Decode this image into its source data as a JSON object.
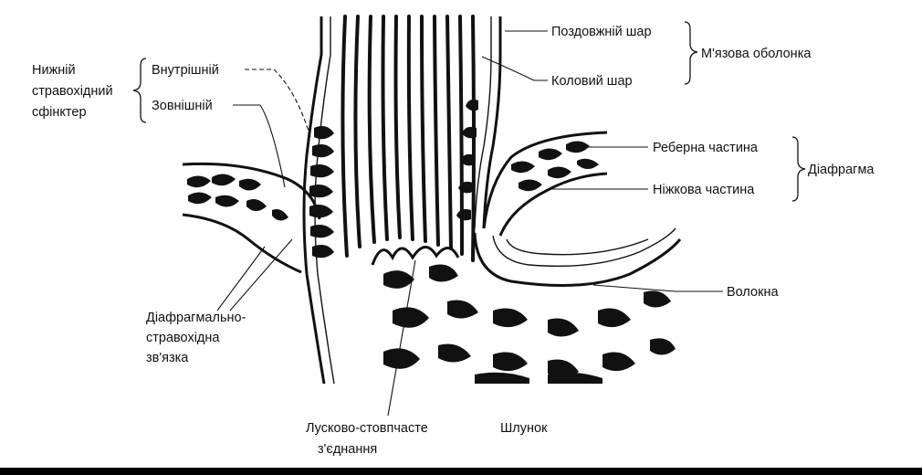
{
  "labels": {
    "lower_sphincter": [
      "Нижній",
      "стравохідний",
      "сфінктер"
    ],
    "inner": "Внутрішній",
    "outer": "Зовнішній",
    "longitudinal": "Поздовжній шар",
    "circular": "Коловий шар",
    "muscular_coat": "М'язова оболонка",
    "costal": "Реберна частина",
    "crural": "Ніжкова частина",
    "diaphragm": "Діафрагма",
    "fibers": "Волокна",
    "ligament": [
      "Діафрагмально-",
      "стравохідна",
      "зв'язка"
    ],
    "junction": [
      "Лусково-стовпчасте",
      "з'єднання"
    ],
    "stomach": "Шлунок"
  }
}
